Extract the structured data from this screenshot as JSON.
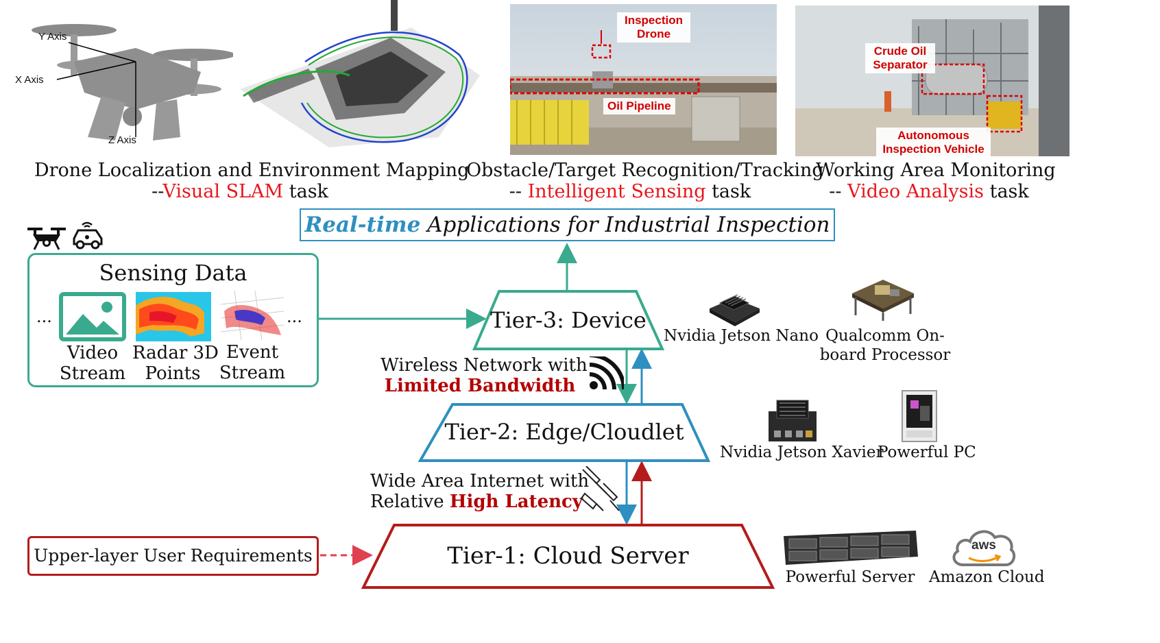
{
  "top_panels": {
    "drone_axes": {
      "y_axis": "Y Axis",
      "x_axis": "X Axis",
      "z_axis": "Z Axis"
    },
    "photo1": {
      "inspection_drone": "Inspection Drone",
      "oil_pipeline": "Oil Pipeline"
    },
    "photo2": {
      "crude_oil_separator": "Crude Oil Separator",
      "autonomous_vehicle": "Autonomous Inspection Vehicle"
    }
  },
  "captions": [
    {
      "line1": "Drone Localization and Environment Mapping",
      "prefix": "--",
      "highlight": "Visual SLAM",
      "suffix": " task"
    },
    {
      "line1": "Obstacle/Target Recognition/Tracking",
      "prefix": "-- ",
      "highlight": "Intelligent Sensing",
      "suffix": " task"
    },
    {
      "line1": "Working Area Monitoring",
      "prefix": "-- ",
      "highlight": "Video Analysis",
      "suffix": " task"
    }
  ],
  "app_box": {
    "highlight": "Real-time",
    "rest": " Applications for Industrial Inspection"
  },
  "sensing": {
    "title": "Sensing Data",
    "ellipsis_left": "...",
    "ellipsis_right": "...",
    "items": [
      {
        "line1": "Video",
        "line2": "Stream"
      },
      {
        "line1": "Radar 3D",
        "line2": "Points"
      },
      {
        "line1": "Event",
        "line2": "Stream"
      }
    ]
  },
  "tiers": {
    "tier3": "Tier-3: Device",
    "tier2": "Tier-2: Edge/Cloudlet",
    "tier1": "Tier-1: Cloud Server"
  },
  "networks": {
    "wireless": {
      "line1": "Wireless Network with",
      "highlight": "Limited Bandwidth"
    },
    "wan": {
      "line1": "Wide Area Internet with",
      "prefix": "Relative ",
      "highlight": "High Latency"
    }
  },
  "hardware": {
    "jetson_nano": "Nvidia Jetson Nano",
    "qualcomm": "Qualcomm On-board Processor",
    "jetson_xavier": "Nvidia Jetson Xavier",
    "powerful_pc": "Powerful PC",
    "powerful_server": "Powerful Server",
    "amazon_cloud": "Amazon Cloud",
    "aws_logo": "aws"
  },
  "user_requirements": "Upper-layer User Requirements",
  "colors": {
    "teal": "#3aaa8e",
    "blue": "#2e8fc0",
    "darkred": "#b41c1c",
    "highlight_red": "#e8161b"
  }
}
